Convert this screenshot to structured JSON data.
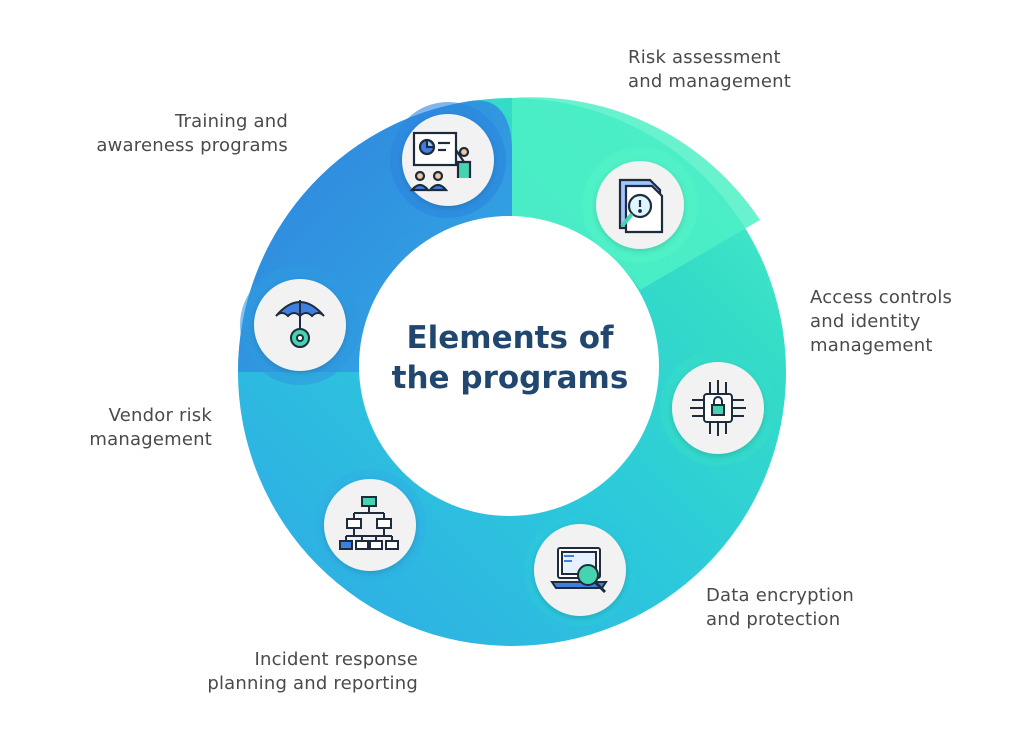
{
  "title": {
    "line1": "Elements of",
    "line2": "the programs"
  },
  "elements": [
    {
      "id": "training",
      "lines": [
        "Training and",
        "awareness programs"
      ],
      "icon": "presentation-icon"
    },
    {
      "id": "risk",
      "lines": [
        "Risk assessment",
        "and management"
      ],
      "icon": "document-magnifier-icon"
    },
    {
      "id": "access",
      "lines": [
        "Access controls",
        "and identity",
        "management"
      ],
      "icon": "chip-lock-icon"
    },
    {
      "id": "encryption",
      "lines": [
        "Data encryption",
        "and protection"
      ],
      "icon": "laptop-lock-icon"
    },
    {
      "id": "incident",
      "lines": [
        "Incident response",
        "planning and reporting"
      ],
      "icon": "org-chart-icon"
    },
    {
      "id": "vendor",
      "lines": [
        "Vendor risk",
        "management"
      ],
      "icon": "umbrella-gear-icon"
    }
  ],
  "colors": {
    "ring_blue_dark": "#2f8de0",
    "ring_blue": "#33b5e8",
    "ring_teal": "#2fd6c8",
    "ring_mint": "#4ff0c8",
    "title": "#22476e",
    "label": "#4a4a4a"
  }
}
